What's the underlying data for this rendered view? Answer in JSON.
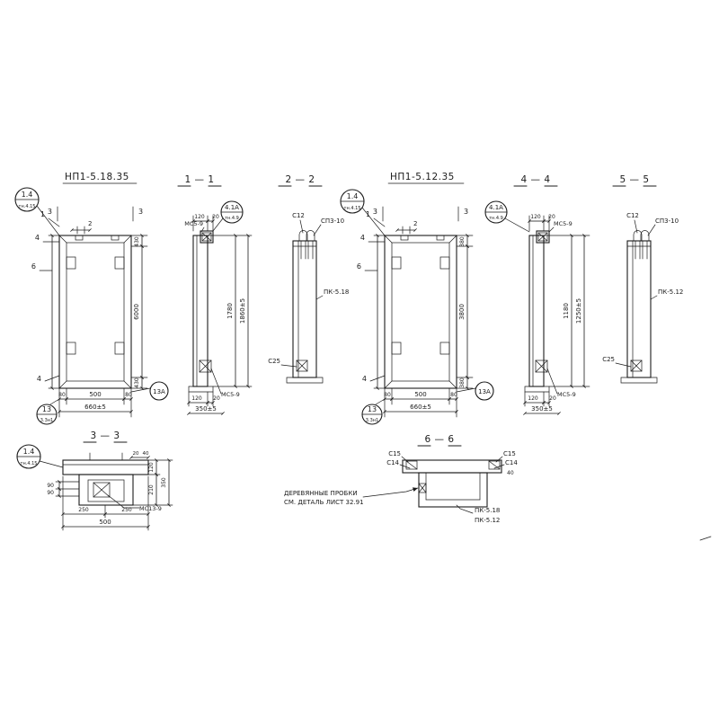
{
  "colors": {
    "ink": "#1b1b1b",
    "paper": "#ffffff"
  },
  "left_panel": {
    "title": "НП1-5.18.35",
    "callout_top": {
      "num": "1.4",
      "sub": "тн.4.15"
    },
    "callout_bottom": {
      "num": "13",
      "sub": "3.3н1"
    },
    "callout_13a": "13А",
    "marks": {
      "top_left": "3",
      "top_right": "3",
      "top_dim": "2",
      "left_1": "1",
      "left_4": "4",
      "left_6": "6",
      "bottom_4": "4"
    },
    "dims": {
      "right_top": "430",
      "right_mid": "6000",
      "right_bottom": "430",
      "bottom_left": "80",
      "bottom_mid": "500",
      "bottom_right": "80",
      "bottom_overall": "660±5"
    }
  },
  "section_1_1": {
    "header": "1 — 1",
    "callout": {
      "num": "4.1А",
      "sub": "тн.4.9"
    },
    "label_top": "МС5-9",
    "label_bottom": "МС5-9",
    "dims": {
      "top_a": "120",
      "top_b": "20",
      "right_inner": "1780",
      "right_outer": "1860±5",
      "bottom_a": "120",
      "bottom_b": "20",
      "bottom_overall": "350±5"
    }
  },
  "section_2_2": {
    "header": "2 — 2",
    "label_c12": "С12",
    "label_sp": "СП3-10",
    "label_pk": "ПК-5.18",
    "label_c25": "С25"
  },
  "right_panel": {
    "title": "НП1-5.12.35",
    "callout_top": {
      "num": "1.4",
      "sub": "тн.4.15"
    },
    "callout_bottom": {
      "num": "13",
      "sub": "3.3н1"
    },
    "callout_13a": "13А",
    "marks": {
      "top_left": "3",
      "top_right": "3",
      "top_dim": "2",
      "left_1": "1",
      "left_4": "4",
      "left_6": "6",
      "bottom_4": "4"
    },
    "dims": {
      "right_top": "380",
      "right_mid": "3800",
      "right_bottom": "380",
      "bottom_left": "80",
      "bottom_mid": "500",
      "bottom_right": "80",
      "bottom_overall": "660±5"
    }
  },
  "section_4_4": {
    "header": "4 — 4",
    "callout": {
      "num": "4.1А",
      "sub": "тн.4.9"
    },
    "label_top": "МС5-9",
    "label_bottom": "МС5-9",
    "dims": {
      "top_a": "120",
      "top_b": "20",
      "right_inner": "1180",
      "right_outer": "1250±5",
      "bottom_a": "120",
      "bottom_b": "20",
      "bottom_overall": "350±5"
    }
  },
  "section_5_5": {
    "header": "5 — 5",
    "label_c12": "С12",
    "label_sp": "СП3-10",
    "label_pk": "ПК-5.12",
    "label_c25": "С25"
  },
  "section_3_3": {
    "header": "3 — 3",
    "callout": {
      "num": "1.4",
      "sub": "тн.4.15"
    },
    "label_ms": "МС13-9",
    "dims": {
      "left_a": "90",
      "left_b": "90",
      "bottom_a": "250",
      "bottom_b": "250",
      "bottom_overall": "500",
      "right_top": "120",
      "right_mid": "210",
      "right_outer": "350",
      "top_a": "20",
      "top_b": "40"
    }
  },
  "section_6_6": {
    "header": "6 — 6",
    "left_c15": "С15",
    "left_c14": "С14",
    "right_c15": "С15",
    "right_c14": "С14",
    "dim_40": "40",
    "note1": "ДЕРЕВЯННЫЕ ПРОБКИ",
    "note2": "СМ. ДЕТАЛЬ ЛИСТ 32.91",
    "label_pk18": "ПК-5.18",
    "label_pk12": "ПК-5.12"
  }
}
